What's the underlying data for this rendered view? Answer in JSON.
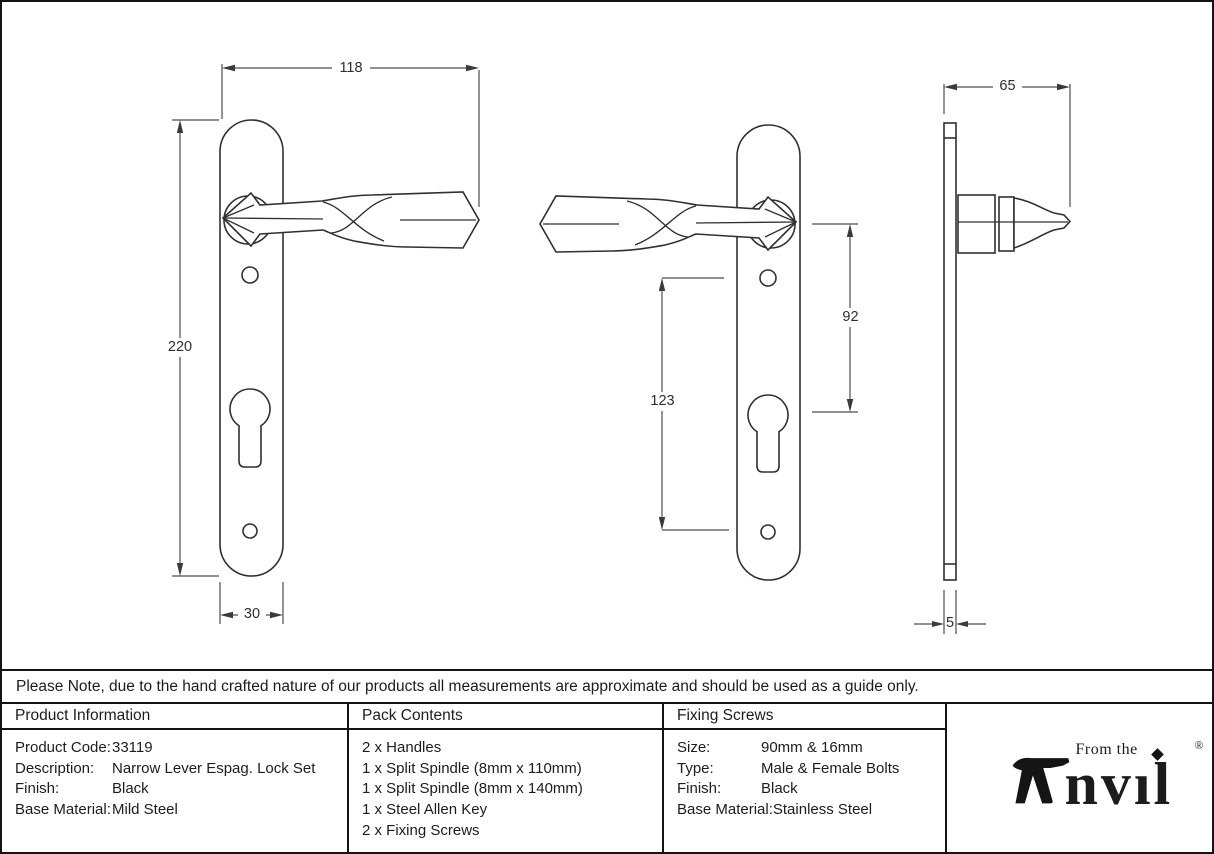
{
  "note": "Please Note, due to the hand crafted nature of our products all measurements are approximate and should be used as a guide only.",
  "drawing": {
    "dims": {
      "overall_width": "118",
      "plate_height": "220",
      "plate_width": "30",
      "hole_centres": "123",
      "lever_to_cylinder": "92",
      "projection": "65",
      "plate_thickness": "5"
    }
  },
  "table": {
    "product_information": {
      "header": "Product Information",
      "rows": [
        {
          "label": "Product Code:",
          "value": "33119"
        },
        {
          "label": "Description:",
          "value": "Narrow Lever Espag. Lock Set"
        },
        {
          "label": "Finish:",
          "value": "Black"
        },
        {
          "label": "Base Material:",
          "value": "Mild Steel"
        }
      ]
    },
    "pack_contents": {
      "header": "Pack Contents",
      "items": [
        "2 x Handles",
        "1 x Split Spindle (8mm x 110mm)",
        "1 x Split Spindle (8mm x 140mm)",
        "1 x Steel Allen Key",
        "2 x Fixing Screws"
      ]
    },
    "fixing_screws": {
      "header": "Fixing Screws",
      "rows": [
        {
          "label": "Size:",
          "value": "90mm & 16mm"
        },
        {
          "label": "Type:",
          "value": "Male & Female Bolts"
        },
        {
          "label": "Finish:",
          "value": "Black"
        },
        {
          "label": "Base Material:",
          "value": "Stainless Steel"
        }
      ]
    }
  },
  "logo": {
    "brand": "Anvil",
    "prefix": "From the",
    "registered": "®",
    "display": {
      "part1": "nv",
      "dotless_i": "ı",
      "part2": "l"
    }
  },
  "colors": {
    "line": "#303030",
    "dimension_line": "#4d4d4d",
    "border": "#141414",
    "background": "#ffffff"
  }
}
